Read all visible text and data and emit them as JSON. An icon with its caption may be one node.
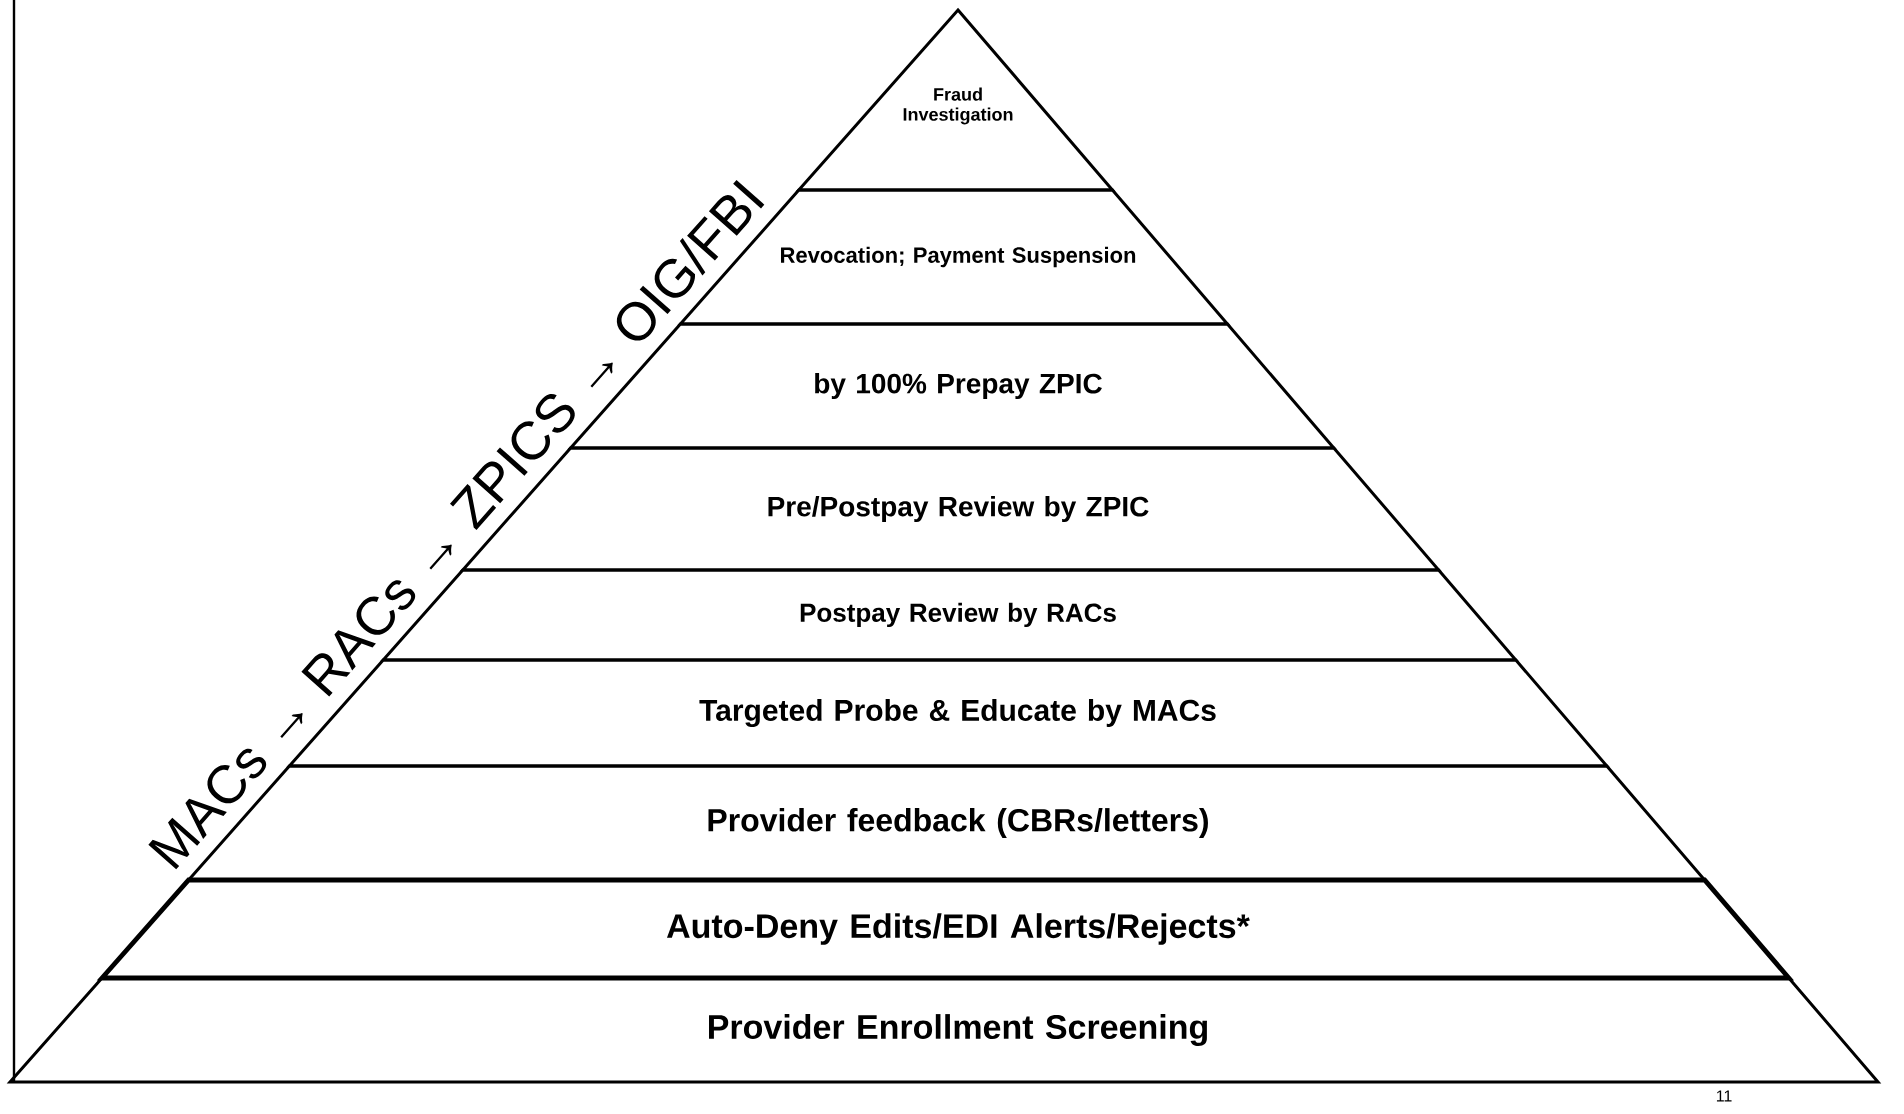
{
  "diagram": {
    "nodes": [
      {
        "text": [
          "Fraud Investigation"
        ]
      },
      {
        "text": [
          "Revocation; Payment Suspension"
        ]
      },
      {
        "text": [
          "by 100% Prepay ZPIC"
        ]
      },
      {
        "text": [
          "Pre/Postpay Review by ZPIC"
        ]
      },
      {
        "text": [
          "Postpay Review by RACs"
        ]
      },
      {
        "text": [
          "Targeted Probe & Educate by MACs"
        ]
      },
      {
        "text": [
          "Provider feedback (CBRs/letters)"
        ]
      },
      {
        "text": [
          "Auto-Deny Edits/EDI Alerts/Rejects*"
        ]
      },
      {
        "text": [
          "Provider Enrollment Screening"
        ]
      }
    ],
    "labels": [
      "MACs → RACs → ZPICS → OIG/FBI",
      "11"
    ]
  }
}
